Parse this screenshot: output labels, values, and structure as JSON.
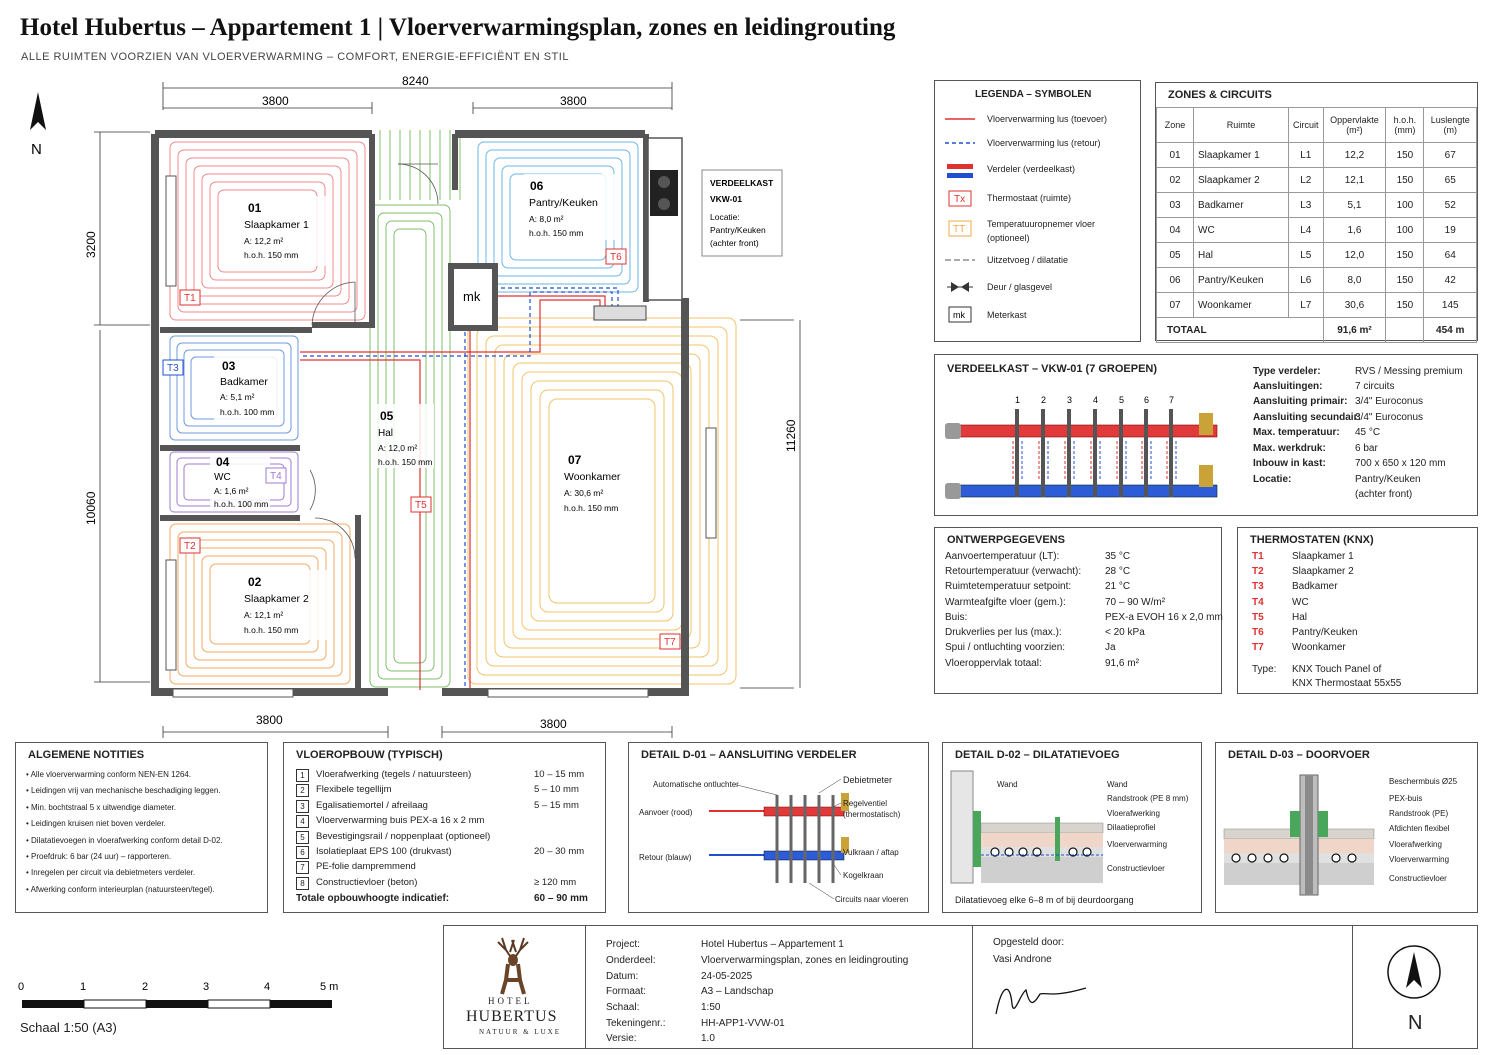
{
  "header": {
    "title": "Hotel Hubertus – Appartement 1 | Vloerverwarmingsplan, zones en leidingrouting",
    "subtitle": "ALLE RUIMTEN VOORZIEN VAN VLOERVERWARMING – COMFORT, ENERGIE-EFFICIËNT EN STIL"
  },
  "plan": {
    "north": "N",
    "dims": {
      "top_total": "8240",
      "top_left": "3800",
      "top_right": "3800",
      "left_top": "3200",
      "left_bottom": "10060",
      "right": "11260",
      "bottom_left": "3800",
      "bottom_right": "3800"
    },
    "rooms": [
      {
        "nr": "01",
        "name": "Slaapkamer 1",
        "area": "A: 12,2 m²",
        "hoh": "h.o.h. 150 mm"
      },
      {
        "nr": "03",
        "name": "Badkamer",
        "area": "A: 5,1 m²",
        "hoh": "h.o.h. 100 mm"
      },
      {
        "nr": "04",
        "name": "WC",
        "area": "A: 1,6 m²",
        "hoh": "h.o.h. 100 mm"
      },
      {
        "nr": "02",
        "name": "Slaapkamer 2",
        "area": "A: 12,1 m²",
        "hoh": "h.o.h. 150 mm"
      },
      {
        "nr": "05",
        "name": "Hal",
        "area": "A: 12,0 m²",
        "hoh": "h.o.h. 150 mm"
      },
      {
        "nr": "06",
        "name": "Pantry/Keuken",
        "area": "A: 8,0 m²",
        "hoh": "h.o.h. 150 mm"
      },
      {
        "nr": "07",
        "name": "Woonkamer",
        "area": "A: 30,6 m²",
        "hoh": "h.o.h. 150 mm"
      }
    ],
    "thermostats": [
      "T1",
      "T2",
      "T3",
      "T4",
      "T5",
      "T6",
      "T7"
    ],
    "meter": "mk",
    "verdeelkast": {
      "title": "VERDEELKAST",
      "code": "VKW-01",
      "loc1": "Locatie:",
      "loc2": "Pantry/Keuken",
      "loc3": "(achter front)"
    }
  },
  "legend": {
    "title": "LEGENDA – SYMBOLEN",
    "items": [
      "Vloerverwarming lus (toevoer)",
      "Vloerverwarming lus (retour)",
      "Verdeler (verdeelkast)",
      "Thermostaat (ruimte)",
      "Temperatuuropnemer vloer",
      "(optioneel)",
      "Uitzetvoeg / dilatatie",
      "Deur / glasgevel",
      "Meterkast"
    ],
    "sym_tx": "Tx",
    "sym_tt": "TT",
    "sym_mk": "mk"
  },
  "zones": {
    "title": "ZONES & CIRCUITS",
    "headers": [
      "Zone",
      "Ruimte",
      "Circuit",
      "Oppervlakte (m²)",
      "h.o.h. (mm)",
      "Luslengte (m)"
    ],
    "rows": [
      [
        "01",
        "Slaapkamer 1",
        "L1",
        "12,2",
        "150",
        "67"
      ],
      [
        "02",
        "Slaapkamer 2",
        "L2",
        "12,1",
        "150",
        "65"
      ],
      [
        "03",
        "Badkamer",
        "L3",
        "5,1",
        "100",
        "52"
      ],
      [
        "04",
        "WC",
        "L4",
        "1,6",
        "100",
        "19"
      ],
      [
        "05",
        "Hal",
        "L5",
        "12,0",
        "150",
        "64"
      ],
      [
        "06",
        "Pantry/Keuken",
        "L6",
        "8,0",
        "150",
        "42"
      ],
      [
        "07",
        "Woonkamer",
        "L7",
        "30,6",
        "150",
        "145"
      ]
    ],
    "total_label": "TOTAAL",
    "total_area": "91,6 m²",
    "total_len": "454 m"
  },
  "verdeelkast": {
    "title": "VERDEELKAST – VKW-01 (7 GROEPEN)",
    "numbers": [
      "1",
      "2",
      "3",
      "4",
      "5",
      "6",
      "7"
    ],
    "specs": [
      [
        "Type verdeler:",
        "RVS / Messing premium"
      ],
      [
        "Aansluitingen:",
        "7 circuits"
      ],
      [
        "Aansluiting primair:",
        "3/4\" Euroconus"
      ],
      [
        "Aansluiting secundair:",
        "3/4\" Euroconus"
      ],
      [
        "Max. temperatuur:",
        "45 °C"
      ],
      [
        "Max. werkdruk:",
        "6 bar"
      ],
      [
        "Inbouw in kast:",
        "700 x 650 x 120 mm"
      ],
      [
        "Locatie:",
        "Pantry/Keuken"
      ],
      [
        "",
        "(achter front)"
      ]
    ]
  },
  "ontwerp": {
    "title": "ONTWERPGEGEVENS",
    "rows": [
      [
        "Aanvoertemperatuur (LT):",
        "35 °C"
      ],
      [
        "Retourtemperatuur (verwacht):",
        "28 °C"
      ],
      [
        "Ruimtetemperatuur setpoint:",
        "21 °C"
      ],
      [
        "Warmteafgifte vloer (gem.):",
        "70 – 90 W/m²"
      ],
      [
        "Buis:",
        "PEX-a EVOH 16 x 2,0 mm"
      ],
      [
        "Drukverlies per lus (max.):",
        "< 20 kPa"
      ],
      [
        "Spui / ontluchting voorzien:",
        "Ja"
      ],
      [
        "Vloeroppervlak totaal:",
        "91,6 m²"
      ]
    ]
  },
  "thermo": {
    "title": "THERMOSTATEN (KNX)",
    "rows": [
      [
        "T1",
        "Slaapkamer 1"
      ],
      [
        "T2",
        "Slaapkamer 2"
      ],
      [
        "T3",
        "Badkamer"
      ],
      [
        "T4",
        "WC"
      ],
      [
        "T5",
        "Hal"
      ],
      [
        "T6",
        "Pantry/Keuken"
      ],
      [
        "T7",
        "Woonkamer"
      ]
    ],
    "type_label": "Type:",
    "type_1": "KNX Touch Panel of",
    "type_2": "KNX Thermostaat 55x55"
  },
  "notities": {
    "title": "ALGEMENE NOTITIES",
    "items": [
      "• Alle vloerverwarming conform NEN-EN 1264.",
      "• Leidingen vrij van mechanische beschadiging leggen.",
      "• Min. bochtstraal 5 x uitwendige diameter.",
      "• Leidingen kruisen niet boven verdeler.",
      "• Dilatatievoegen in vloerafwerking conform detail D-02.",
      "• Proefdruk: 6 bar (24 uur) – rapporteren.",
      "• Inregelen per circuit via debietmeters verdeler.",
      "• Afwerking conform interieurplan (natuursteen/tegel)."
    ]
  },
  "vloer": {
    "title": "VLOEROPBOUW (TYPISCH)",
    "rows": [
      [
        "1",
        "Vloerafwerking (tegels / natuursteen)",
        "10 – 15 mm"
      ],
      [
        "2",
        "Flexibele tegellijm",
        "5 – 10 mm"
      ],
      [
        "3",
        "Egalisatiemortel / afreilaag",
        "5 – 15 mm"
      ],
      [
        "4",
        "Vloerverwarming buis PEX-a 16 x 2 mm",
        ""
      ],
      [
        "5",
        "Bevestigingsrail / noppenplaat (optioneel)",
        ""
      ],
      [
        "6",
        "Isolatieplaat EPS 100 (drukvast)",
        "20 – 30 mm"
      ],
      [
        "7",
        "PE-folie dampremmend",
        ""
      ],
      [
        "8",
        "Constructievloer (beton)",
        "≥ 120 mm"
      ]
    ],
    "total_label": "Totale opbouwhoogte indicatief:",
    "total_val": "60 – 90 mm"
  },
  "d01": {
    "title": "DETAIL D-01 – AANSLUITING VERDELER",
    "labels": {
      "ontluchter": "Automatische ontluchter",
      "aanvoer": "Aanvoer (rood)",
      "retour": "Retour (blauw)",
      "debiet": "Debietmeter",
      "regel1": "Regelventiel",
      "regel2": "(thermostatisch)",
      "vulkraan": "Vulkraan / aftap",
      "kogel": "Kogelkraan",
      "circuits": "Circuits naar vloeren"
    }
  },
  "d02": {
    "title": "DETAIL D-02 – DILATATIEVOEG",
    "labels": {
      "wand1": "Wand",
      "wand2": "Wand",
      "randstrook": "Randstrook (PE 8 mm)",
      "afwerking": "Vloerafwerking",
      "profiel": "Dilaatieprofiel",
      "vvw": "Vloerverwarming",
      "constr": "Constructievloer"
    },
    "note": "Dilatatievoeg elke 6–8 m of bij deurdoorgang"
  },
  "d03": {
    "title": "DETAIL D-03 – DOORVOER",
    "labels": {
      "bescherm": "Beschermbuis Ø25",
      "pex": "PEX-buis",
      "rand": "Randstrook (PE)",
      "afdicht": "Afdichten flexibel",
      "afwerking": "Vloerafwerking",
      "vvw": "Vloerverwarming",
      "constr": "Constructievloer"
    }
  },
  "scale": {
    "ticks": [
      "0",
      "1",
      "2",
      "3",
      "4",
      "5 m"
    ],
    "label": "Schaal 1:50 (A3)"
  },
  "titleblock": {
    "logo1": "HOTEL",
    "logo2": "HUBERTUS",
    "logo3": "NATUUR & LUXE",
    "labels": [
      "Project:",
      "Onderdeel:",
      "Datum:",
      "Formaat:",
      "Schaal:",
      "Tekeningenr.:",
      "Versie:"
    ],
    "values": [
      "Hotel Hubertus – Appartement 1",
      "Vloerverwarmingsplan, zones en leidingrouting",
      "24-05-2025",
      "A3 – Landschap",
      "1:50",
      "HH-APP1-VVW-01",
      "1.0"
    ],
    "opgesteld_label": "Opgesteld door:",
    "opgesteld_name": "Vasi Androne",
    "north": "N"
  },
  "colors": {
    "supply": "#e03030",
    "return": "#2050d0",
    "red_loop": "#f08080",
    "orange": "#f2a860",
    "green": "#7fbf6a",
    "blue_loop": "#6bb7e6",
    "yellow": "#f1c46a",
    "purple": "#a07ad0"
  }
}
